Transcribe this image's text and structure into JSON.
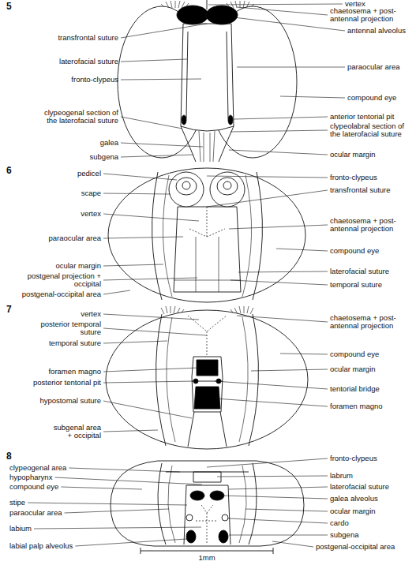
{
  "diagram": {
    "labels": [
      "5",
      "vertex",
      "transfrontal suture",
      "chaetosema + post- antennal projection",
      "antennal alveolus",
      "laterofacial suture",
      "paraocular area",
      "fronto-clypeus",
      "compound eye",
      "clypeogenal section of the laterofacial suture",
      "anterior tentorial pit",
      "clypeolabral section of the laterofacial suture",
      "galea",
      "subgena",
      "ocular margin",
      "6",
      "fronto-clypeus",
      "pedicel",
      "transfrontal suture",
      "scape",
      "vertex",
      "chaetosema + post- antennal projection",
      "paraocular area",
      "compound eye",
      "ocular margin",
      "laterofacial suture",
      "postgenal projection + occipital",
      "temporal suture",
      "postgenal-occipital area",
      "7",
      "vertex",
      "chaetosema + post- antennal projection",
      "posterior temporal suture",
      "temporal suture",
      "compound eye",
      "foramen magno",
      "ocular margin",
      "posterior tentorial pit",
      "tentorial bridge",
      "hypostomal suture",
      "foramen magno",
      "subgenal area + occipital",
      "8",
      "clypeogenal area",
      "fronto-clypeus",
      "hypopharynx",
      "labrum",
      "compound eye",
      "laterofacial suture",
      "stipe",
      "galea alveolus",
      "paraocular area",
      "ocular margin",
      "cardo",
      "labium",
      "subgena",
      "labial palp alveolus",
      "postgenal-occipital area",
      "1mm"
    ]
  }
}
